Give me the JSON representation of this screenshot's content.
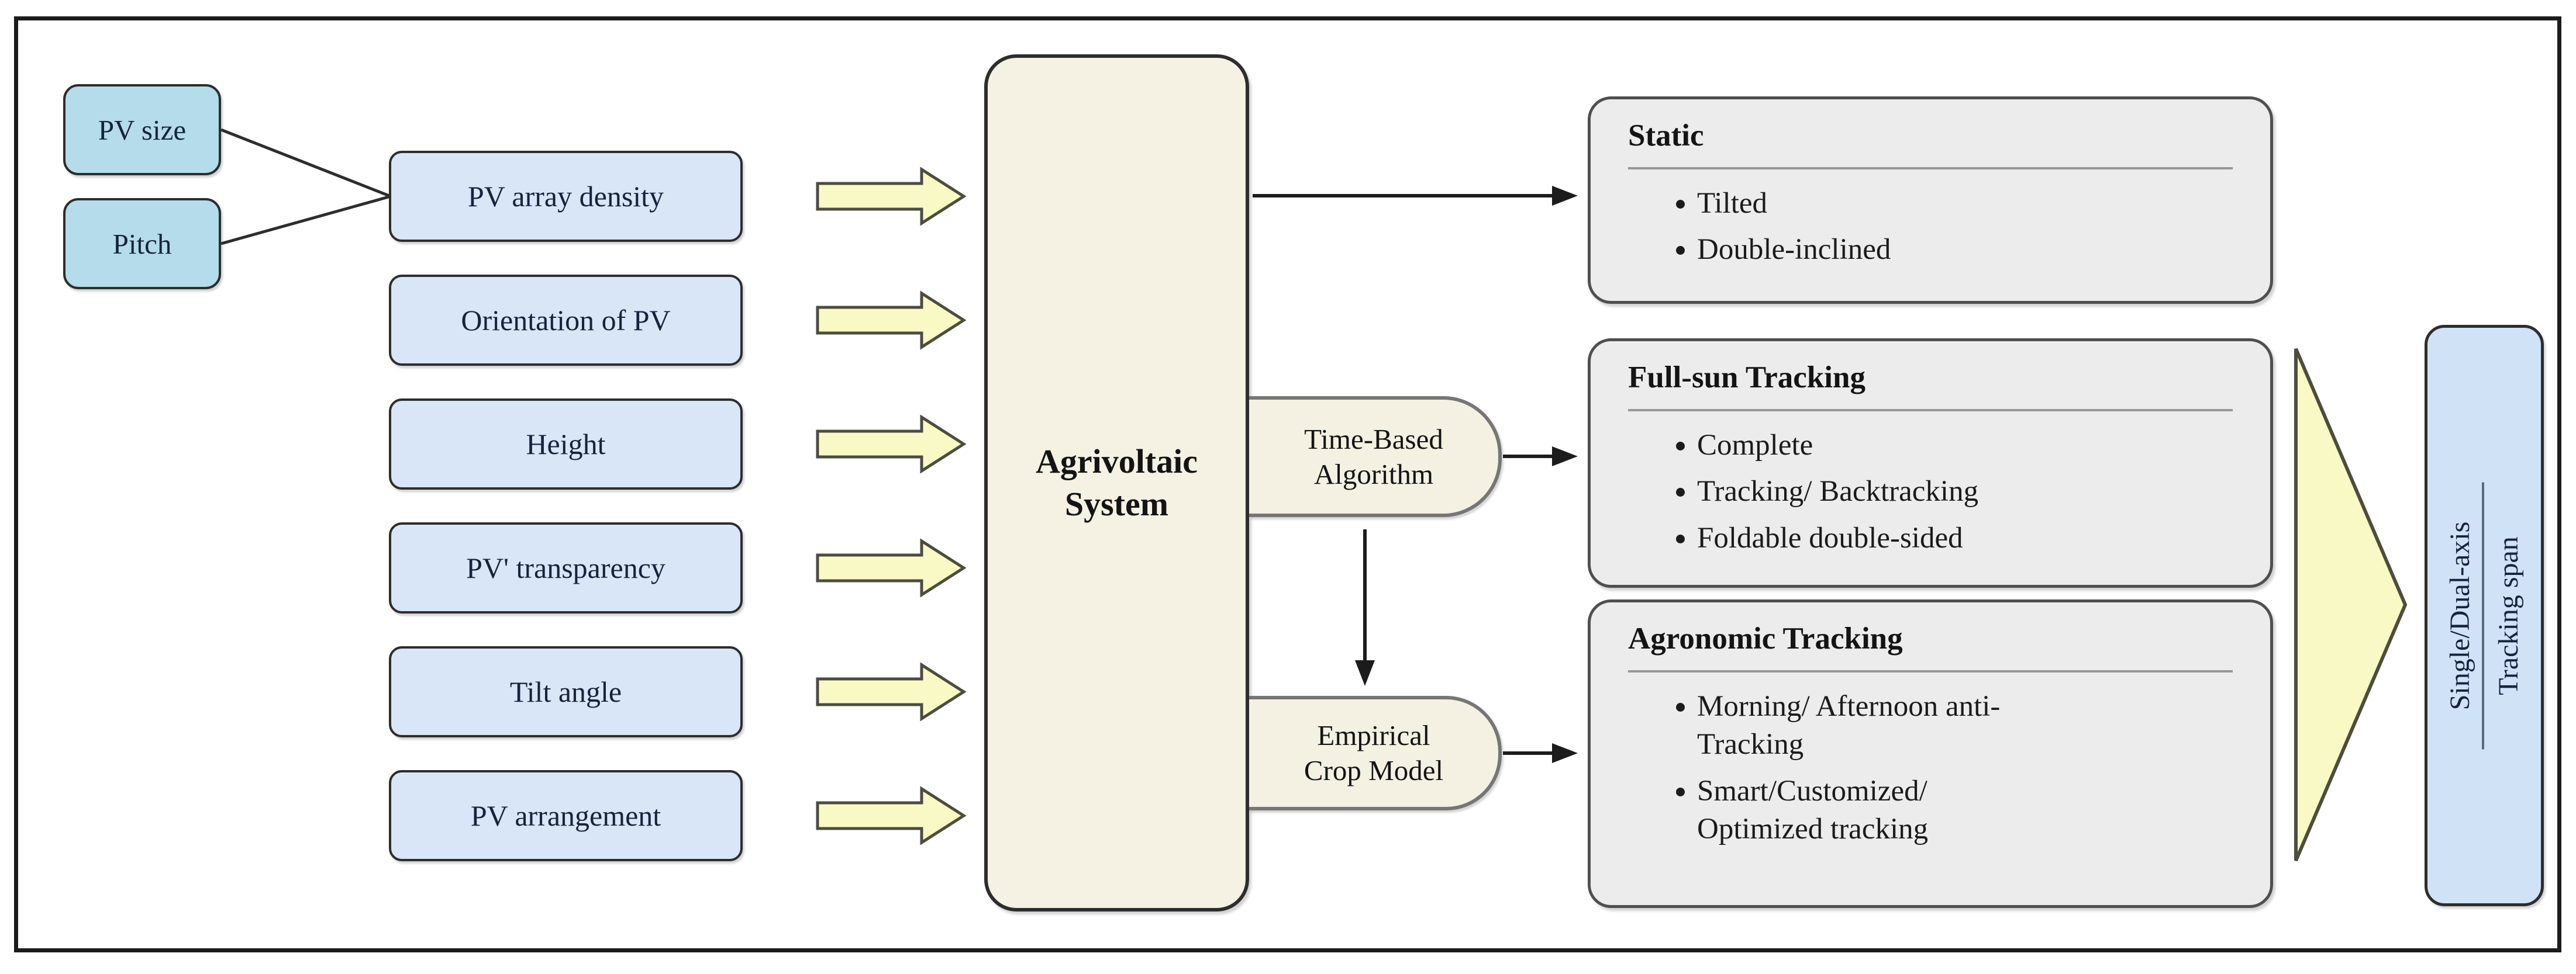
{
  "diagram": {
    "primary_inputs": [
      {
        "label": "PV size"
      },
      {
        "label": "Pitch"
      }
    ],
    "inputs": [
      {
        "label": "PV array density"
      },
      {
        "label": "Orientation of PV"
      },
      {
        "label": "Height"
      },
      {
        "label": "PV' transparency"
      },
      {
        "label": "Tilt angle"
      },
      {
        "label": "PV arrangement"
      }
    ],
    "center": {
      "label": "Agrivoltaic System"
    },
    "algorithms": [
      {
        "label": "Time-Based Algorithm"
      },
      {
        "label": "Empirical Crop Model"
      }
    ],
    "categories": [
      {
        "title": "Static",
        "items": [
          "Tilted",
          "Double-inclined"
        ]
      },
      {
        "title": "Full-sun Tracking",
        "items": [
          "Complete",
          "Tracking/ Backtracking",
          "Foldable double-sided"
        ]
      },
      {
        "title": "Agronomic Tracking",
        "items": [
          "Morning/ Afternoon anti-Tracking",
          "Smart/Customized/ Optimized tracking"
        ]
      }
    ],
    "output": {
      "line1": "Single/Dual-axis",
      "line2": "Tracking span"
    },
    "icons": {
      "input_flow_arrow": "yellow-right-arrow",
      "output_arrow": "yellow-right-triangle"
    },
    "colors": {
      "primary_input_fill": "#b4dcea",
      "input_fill": "#d8e6f7",
      "system_fill": "#f5f1e3",
      "category_fill": "#ececec",
      "output_fill": "#cfe2f6",
      "flow_arrow_fill": "#f9f9c5",
      "flow_arrow_stroke": "#4c4c40",
      "border_dark": "#2d2d2d",
      "connector_black": "#1c1c1c"
    }
  }
}
